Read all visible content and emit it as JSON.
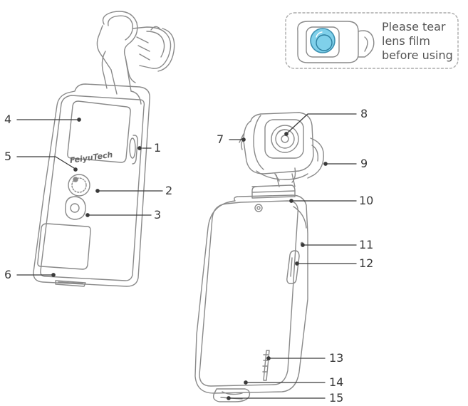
{
  "brand": "FeiyuTech",
  "note": {
    "lines": [
      "Please tear",
      "lens film",
      "before using"
    ]
  },
  "callouts": [
    {
      "num": "1"
    },
    {
      "num": "2"
    },
    {
      "num": "3"
    },
    {
      "num": "4"
    },
    {
      "num": "5"
    },
    {
      "num": "6"
    },
    {
      "num": "7"
    },
    {
      "num": "8"
    },
    {
      "num": "9"
    },
    {
      "num": "10"
    },
    {
      "num": "11"
    },
    {
      "num": "12"
    },
    {
      "num": "13"
    },
    {
      "num": "14"
    },
    {
      "num": "15"
    }
  ]
}
